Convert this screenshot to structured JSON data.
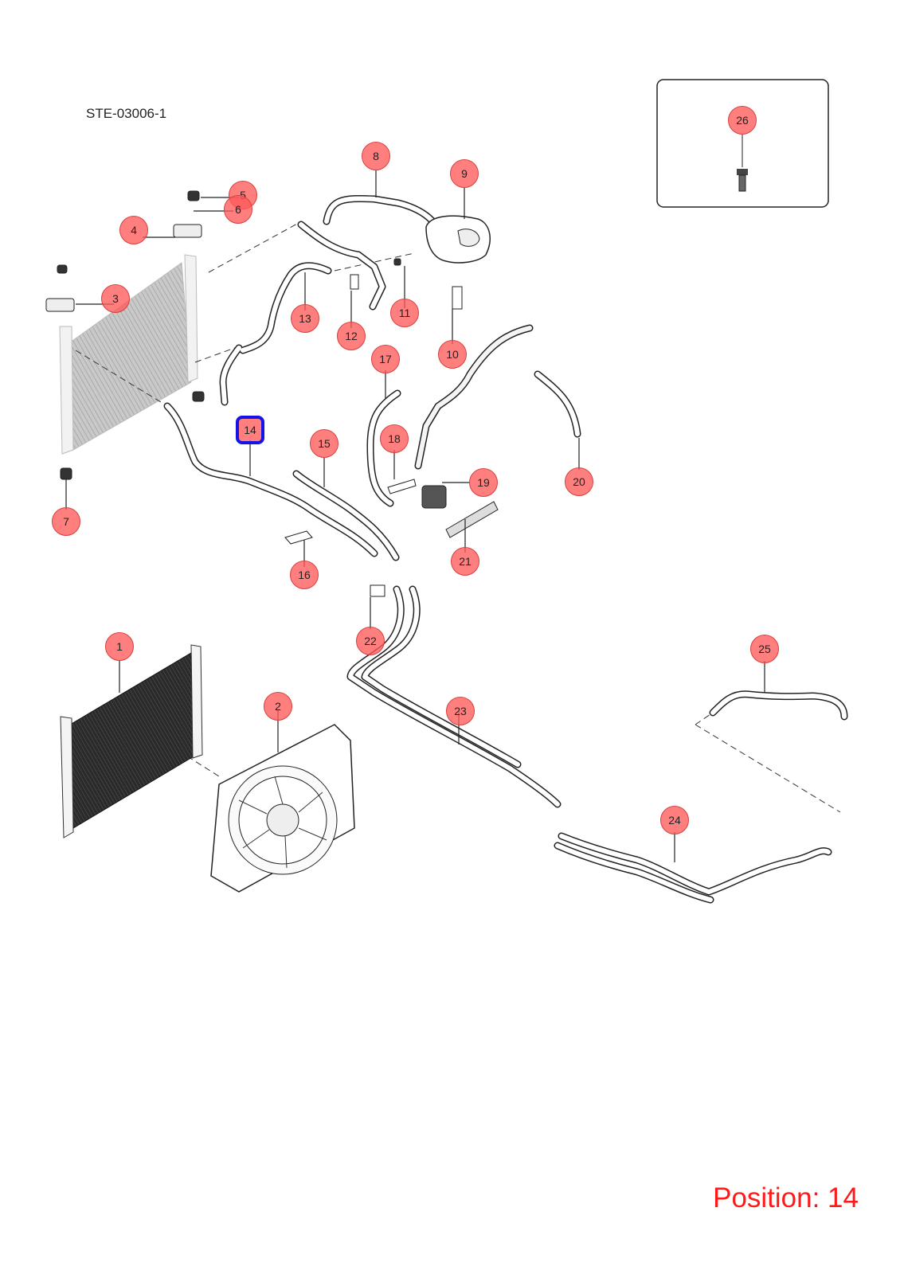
{
  "document_code": "STE-03006-1",
  "position_label": "Position: 14",
  "selected_position": "14",
  "colors": {
    "callout_fill": "#ff6b6b",
    "callout_border": "#d94040",
    "selected_border": "#1414e6",
    "position_text": "#ff1a1a"
  },
  "callouts": [
    {
      "label": "1"
    },
    {
      "label": "2"
    },
    {
      "label": "3"
    },
    {
      "label": "4"
    },
    {
      "label": "5"
    },
    {
      "label": "6"
    },
    {
      "label": "7"
    },
    {
      "label": "8"
    },
    {
      "label": "9"
    },
    {
      "label": "10"
    },
    {
      "label": "11"
    },
    {
      "label": "12"
    },
    {
      "label": "13"
    },
    {
      "label": "14"
    },
    {
      "label": "15"
    },
    {
      "label": "16"
    },
    {
      "label": "17"
    },
    {
      "label": "18"
    },
    {
      "label": "19"
    },
    {
      "label": "20"
    },
    {
      "label": "21"
    },
    {
      "label": "22"
    },
    {
      "label": "23"
    },
    {
      "label": "24"
    },
    {
      "label": "25"
    },
    {
      "label": "26"
    }
  ]
}
